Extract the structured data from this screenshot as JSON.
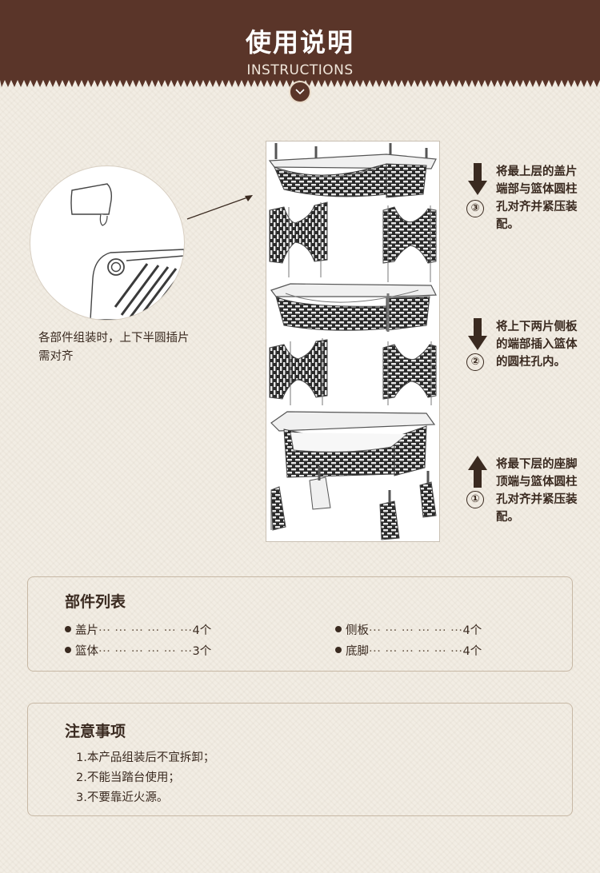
{
  "header": {
    "title": "使用说明",
    "subtitle": "INSTRUCTIONS",
    "color": "#5a3529"
  },
  "detail": {
    "caption": "各部件组装时，上下半圆插片需对齐"
  },
  "steps": [
    {
      "number": "③",
      "direction": "down",
      "text": "将最上层的盖片端部与篮体圆柱孔对齐并紧压装配。"
    },
    {
      "number": "②",
      "direction": "down",
      "text": "将上下两片侧板的端部插入篮体的圆柱孔内。"
    },
    {
      "number": "①",
      "direction": "up",
      "text": "将最下层的座脚顶端与篮体圆柱孔对齐并紧压装配。"
    }
  ],
  "parts": {
    "title": "部件列表",
    "items": [
      {
        "name": "盖片",
        "dots": "··· ··· ··· ··· ··· ···",
        "qty": "4个"
      },
      {
        "name": "侧板",
        "dots": "··· ··· ··· ··· ··· ···",
        "qty": "4个"
      },
      {
        "name": "篮体",
        "dots": "··· ··· ··· ··· ··· ···",
        "qty": "3个"
      },
      {
        "name": "底脚",
        "dots": "··· ··· ··· ··· ··· ···",
        "qty": "4个"
      }
    ]
  },
  "notes": {
    "title": "注意事项",
    "items": [
      "1.本产品组装后不宜拆卸；",
      "2.不能当踏台使用；",
      "3.不要靠近火源。"
    ]
  }
}
